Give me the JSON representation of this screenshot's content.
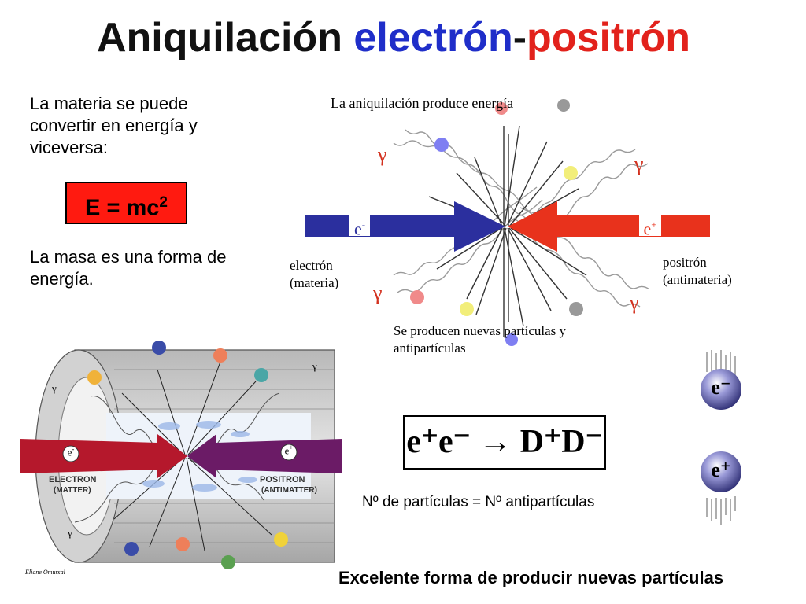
{
  "title": {
    "part1": "Aniquilación ",
    "part2": "electrón",
    "part3": "-",
    "part4": "positrón"
  },
  "left": {
    "text1": "La materia se puede convertir en energía y viceversa:",
    "formula_base": "E = mc",
    "formula_exp": "2",
    "text2": "La masa es una forma de energía."
  },
  "diagram": {
    "top_label": "La aniquilación produce energía",
    "electron_symbol": "e",
    "electron_sup": "-",
    "positron_symbol": "e",
    "positron_sup": "+",
    "electron_label": "electrón (materia)",
    "positron_label": "positrón (antimateria)",
    "gamma": "γ",
    "bottom_label": "Se producen nuevas partículas y antipartículas"
  },
  "detector": {
    "electron_label": "ELECTRON",
    "electron_sub": "(MATTER)",
    "positron_label": "POSITRON",
    "positron_sub": "(ANTIMATTER)",
    "credit": "Eliane Omursal",
    "ball_e": "e",
    "ball_e_sup": "-",
    "ball_p": "e",
    "ball_p_sup": "+"
  },
  "equation": {
    "text": "e⁺e⁻ → D⁺D⁻"
  },
  "equality": "Nº de partículas = Nº antipartículas",
  "icons": {
    "electron": "e⁻",
    "positron": "e⁺"
  },
  "footer": "Excelente forma de producir nuevas partículas",
  "colors": {
    "electron_blue": "#2b2f9e",
    "positron_red": "#e8321c",
    "formula_red": "#ff1a10"
  }
}
